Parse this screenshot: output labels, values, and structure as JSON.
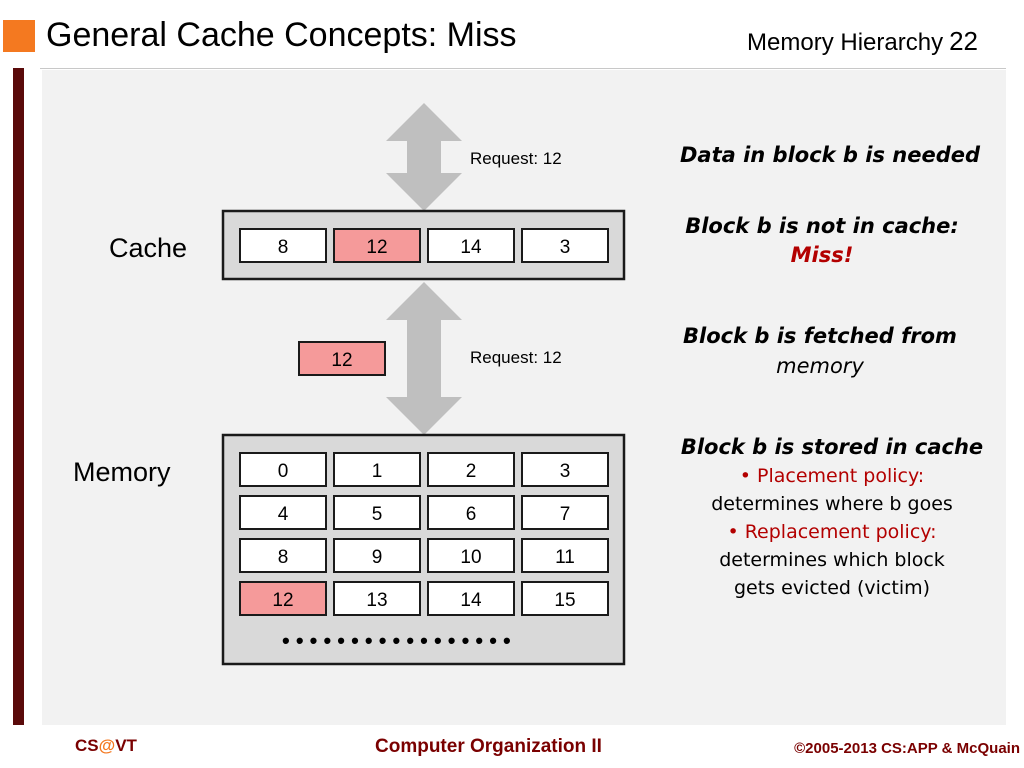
{
  "header": {
    "title": "General Cache Concepts: Miss",
    "section": "Memory Hierarchy",
    "page_number": "22"
  },
  "diagram": {
    "cache_label": "Cache",
    "memory_label": "Memory",
    "cache_blocks": [
      "8",
      "12",
      "14",
      "3"
    ],
    "highlighted_cache_block": "12",
    "memory_blocks": [
      "0",
      "1",
      "2",
      "3",
      "4",
      "5",
      "6",
      "7",
      "8",
      "9",
      "10",
      "11",
      "12",
      "13",
      "14",
      "15"
    ],
    "highlighted_memory_block": "12",
    "fetched_block": "12",
    "request_top": "Request: 12",
    "request_middle": "Request: 12",
    "ellipsis": "• • • • • • • • • • • • • • • • •",
    "colors": {
      "block_fill": "#ffffff",
      "highlight_fill": "#f59a9a",
      "arrow": "#bfbfbf",
      "container": "#d9d9d9",
      "accent": "#f47920",
      "dark_red": "#7a0000"
    }
  },
  "notes": {
    "step1": "Data in block b is needed",
    "step2": "Block b is not in cache:",
    "step2_miss": "Miss!",
    "step3_line1": "Block b is fetched from",
    "step3_line2": "memory",
    "step4": "Block b is stored in cache",
    "bullet1_label": "Placement policy:",
    "bullet1_text": "determines where b goes",
    "bullet2_label": "Replacement policy:",
    "bullet2_text_line1": "determines which block",
    "bullet2_text_line2": "gets evicted (victim)"
  },
  "footer": {
    "left_cs": "CS",
    "left_at": "@",
    "left_vt": "VT",
    "center": "Computer Organization II",
    "right": "©2005-2013 CS:APP & McQuain"
  }
}
